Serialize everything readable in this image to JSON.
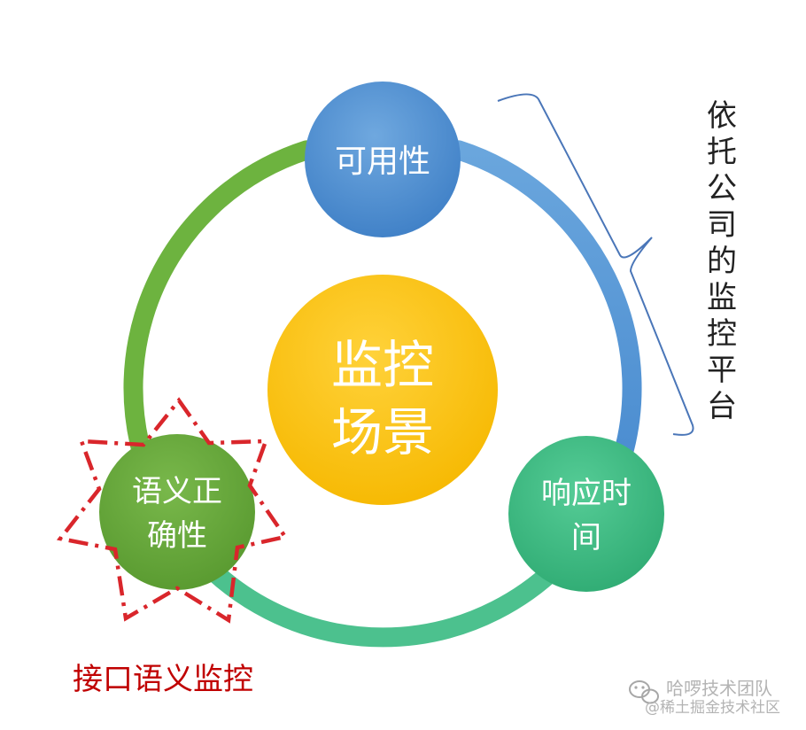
{
  "center": {
    "line1": "监控",
    "line2": "场景"
  },
  "nodes": {
    "availability": {
      "label": "可用性"
    },
    "response_time": {
      "line1": "响应时",
      "line2": "间"
    },
    "semantic": {
      "line1": "语义正",
      "line2": "确性"
    }
  },
  "brace_label": [
    "依",
    "托",
    "公",
    "司",
    "的",
    "监",
    "控",
    "平",
    "台"
  ],
  "bottom_label": "接口语义监控",
  "watermark": {
    "line1": "哈啰技术团队",
    "line2": "@稀土掘金技术社区"
  },
  "colors": {
    "ring_green": "#6db33f",
    "ring_blue": "#5b9bd5",
    "ring_teal": "#4cc18e",
    "center_gold": "#ffc000",
    "node_blue": "#5b9bd5",
    "node_teal": "#3dbb85",
    "node_green": "#6aac3e",
    "dash_red": "#d9262b",
    "label_red": "#c00000"
  }
}
